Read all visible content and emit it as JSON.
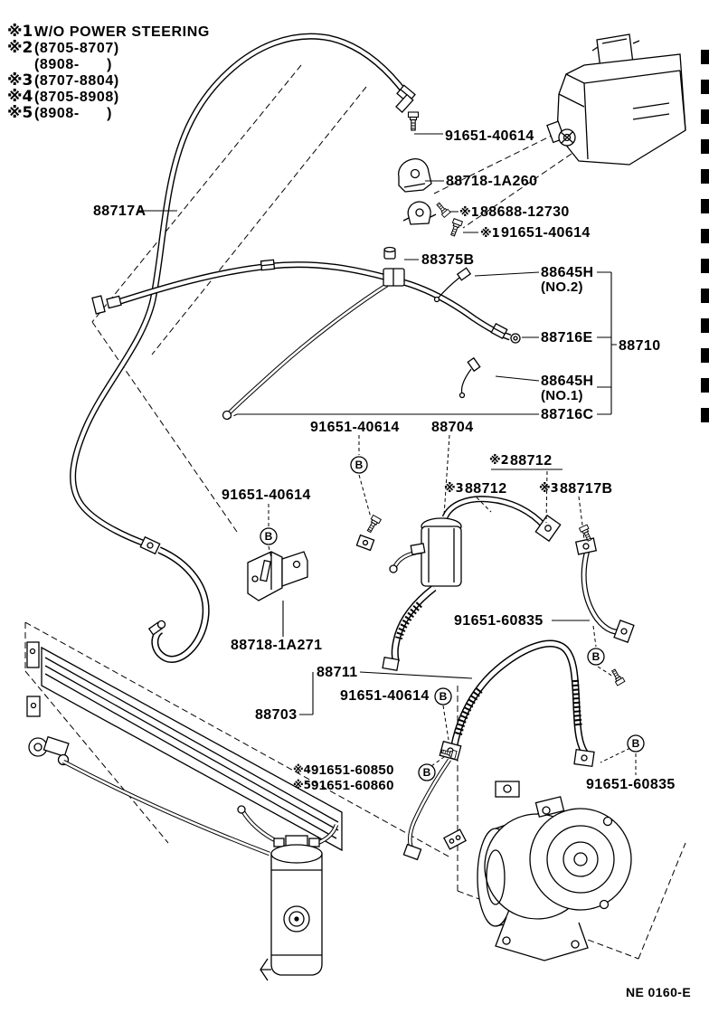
{
  "doc": {
    "background": "#ffffff",
    "ink_color": "#000000"
  },
  "legend": {
    "rows": [
      {
        "marker": "※1",
        "text": "W/O POWER STEERING"
      },
      {
        "marker": "※2",
        "text": "(8705-8707)"
      },
      {
        "marker": "",
        "text": "(8908-      )"
      },
      {
        "marker": "※3",
        "text": "(8707-8804)"
      },
      {
        "marker": "※4",
        "text": "(8705-8908)"
      },
      {
        "marker": "※5",
        "text": "(8908-      )"
      }
    ]
  },
  "symbols": {
    "fastener_ref": "B"
  },
  "callouts": {
    "bolt_top": "91651-40614",
    "bracket_top": "88718-1A260",
    "clamp": {
      "marker": "※1",
      "text": "88688-12730"
    },
    "clamp_bolt": {
      "marker": "※1",
      "text": "91651-40614"
    },
    "grommet": "88375B",
    "sensor_no2": {
      "text": "88645H",
      "sub": "(NO.2)"
    },
    "tube_e": "88716E",
    "assembly": "88710",
    "sensor_no1": {
      "text": "88645H",
      "sub": "(NO.1)"
    },
    "tube_c": "88716C",
    "tube_a": "88717A",
    "bolt_receiver": "91651-40614",
    "receiver": "88704",
    "tube_12_a": {
      "marker": "※2",
      "text": "88712"
    },
    "tube_12_b": {
      "marker": "※3",
      "text": "88712"
    },
    "hose_b": {
      "marker": "※3",
      "text": "88717B"
    },
    "bolt_bracket": "91651-40614",
    "bracket_lower": "88718-1A271",
    "bolt_60835_mid": "91651-60835",
    "hose_11": "88711",
    "bolt_11": "91651-40614",
    "hose_03": "88703",
    "bolt_60850": {
      "marker": "※4",
      "text": "91651-60850"
    },
    "bolt_60860": {
      "marker": "※5",
      "text": "91651-60860"
    },
    "bolt_60835_low": "91651-60835"
  },
  "footer": {
    "code": "NE 0160-E"
  }
}
